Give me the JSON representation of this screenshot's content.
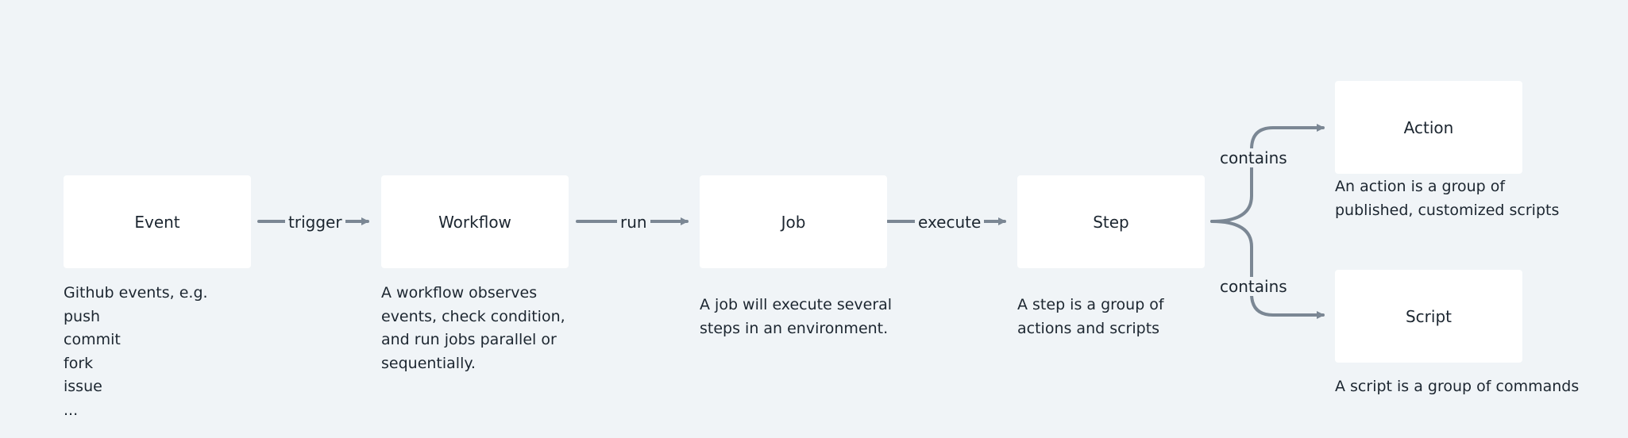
{
  "nodes": {
    "event": {
      "label": "Event",
      "description": "Github events, e.g.\npush\ncommit\nfork\nissue\n..."
    },
    "workflow": {
      "label": "Workflow",
      "description": "A workflow observes\nevents, check condition,\nand run jobs parallel or\nsequentially."
    },
    "job": {
      "label": "Job",
      "description": "A job will execute several\nsteps in an environment."
    },
    "step": {
      "label": "Step",
      "description": "A step is a group of\nactions and scripts"
    },
    "action": {
      "label": "Action",
      "description": "An action is a group of\npublished, customized scripts"
    },
    "script": {
      "label": "Script",
      "description": "A script is a group of commands"
    }
  },
  "edges": {
    "trigger": "trigger",
    "run": "run",
    "execute": "execute",
    "contains_action": "contains",
    "contains_script": "contains"
  },
  "colors": {
    "background": "#f0f4f7",
    "node_fill": "#ffffff",
    "connector": "#7b8794",
    "text": "#1c2630"
  }
}
